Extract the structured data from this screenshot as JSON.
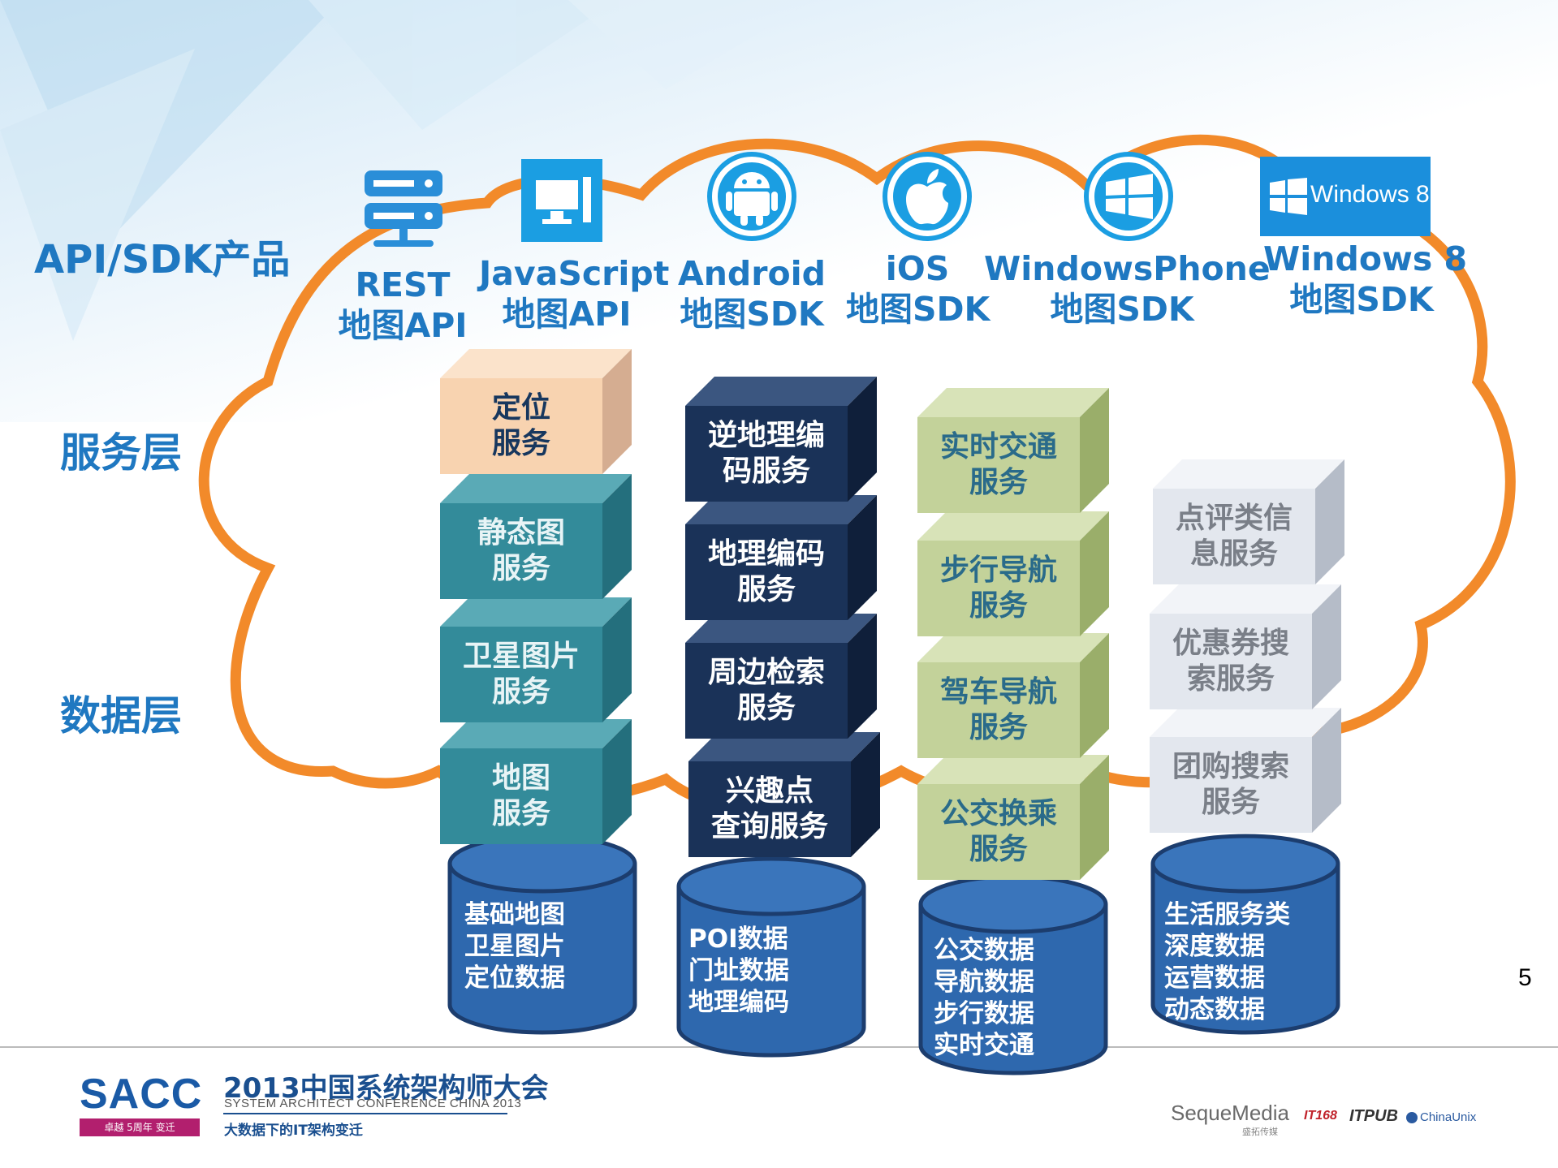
{
  "colors": {
    "accent_blue": "#1f78c1",
    "cloud_orange": "#f28a2a",
    "col1_peach": "#f8d3b0",
    "col1_teal": "#338b9a",
    "col2_navy": "#1a3258",
    "col3_green": "#c3d29a",
    "col4_gray": "#e3e7ee",
    "db_blue": "#2e68ae"
  },
  "header": {
    "api_sdk_label": "API/SDK产品"
  },
  "layers": {
    "service_layer": "服务层",
    "data_layer": "数据层"
  },
  "products": [
    {
      "icon": "server-icon",
      "line1": "REST",
      "line2": "地图API"
    },
    {
      "icon": "monitor-icon",
      "line1": "JavaScript",
      "line2": "地图API"
    },
    {
      "icon": "android-icon",
      "line1": "Android",
      "line2": "地图SDK"
    },
    {
      "icon": "apple-icon",
      "line1": "iOS",
      "line2": "地图SDK"
    },
    {
      "icon": "windows-phone-icon",
      "line1": "WindowsPhone",
      "line2": "地图SDK"
    },
    {
      "icon": "windows8-logo",
      "line1": "Windows 8",
      "line2": "地图SDK"
    }
  ],
  "windows8_logo_text": "Windows 8",
  "columns": [
    {
      "services": [
        {
          "line1": "定位",
          "line2": "服务"
        },
        {
          "line1": "静态图",
          "line2": "服务"
        },
        {
          "line1": "卫星图片",
          "line2": "服务"
        },
        {
          "line1": "地图",
          "line2": "服务"
        }
      ],
      "data": [
        "基础地图",
        "卫星图片",
        "定位数据"
      ]
    },
    {
      "services": [
        {
          "line1": "逆地理编",
          "line2": "码服务"
        },
        {
          "line1": "地理编码",
          "line2": "服务"
        },
        {
          "line1": "周边检索",
          "line2": "服务"
        },
        {
          "line1": "兴趣点",
          "line2": "查询服务"
        }
      ],
      "data": [
        "POI数据",
        "门址数据",
        "地理编码"
      ]
    },
    {
      "services": [
        {
          "line1": "实时交通",
          "line2": "服务"
        },
        {
          "line1": "步行导航",
          "line2": "服务"
        },
        {
          "line1": "驾车导航",
          "line2": "服务"
        },
        {
          "line1": "公交换乘",
          "line2": "服务"
        }
      ],
      "data": [
        "公交数据",
        "导航数据",
        "步行数据",
        "实时交通"
      ]
    },
    {
      "services": [
        {
          "line1": "点评类信",
          "line2": "息服务"
        },
        {
          "line1": "优惠券搜",
          "line2": "索服务"
        },
        {
          "line1": "团购搜索",
          "line2": "服务"
        }
      ],
      "data": [
        "生活服务类",
        "深度数据",
        "运营数据",
        "动态数据"
      ]
    }
  ],
  "page_number": "5",
  "footer": {
    "logo": "SACC",
    "badge": "卓越 5周年 变迁",
    "conference": "2013中国系统架构师大会",
    "conference_en": "SYSTEM ARCHITECT CONFERENCE CHINA 2013",
    "subtitle": "大数据下的IT架构变迁",
    "sponsors": [
      "SequeMedia",
      "盛拓传媒",
      "IT168",
      "ITPUB",
      "ChinaUnix"
    ]
  }
}
